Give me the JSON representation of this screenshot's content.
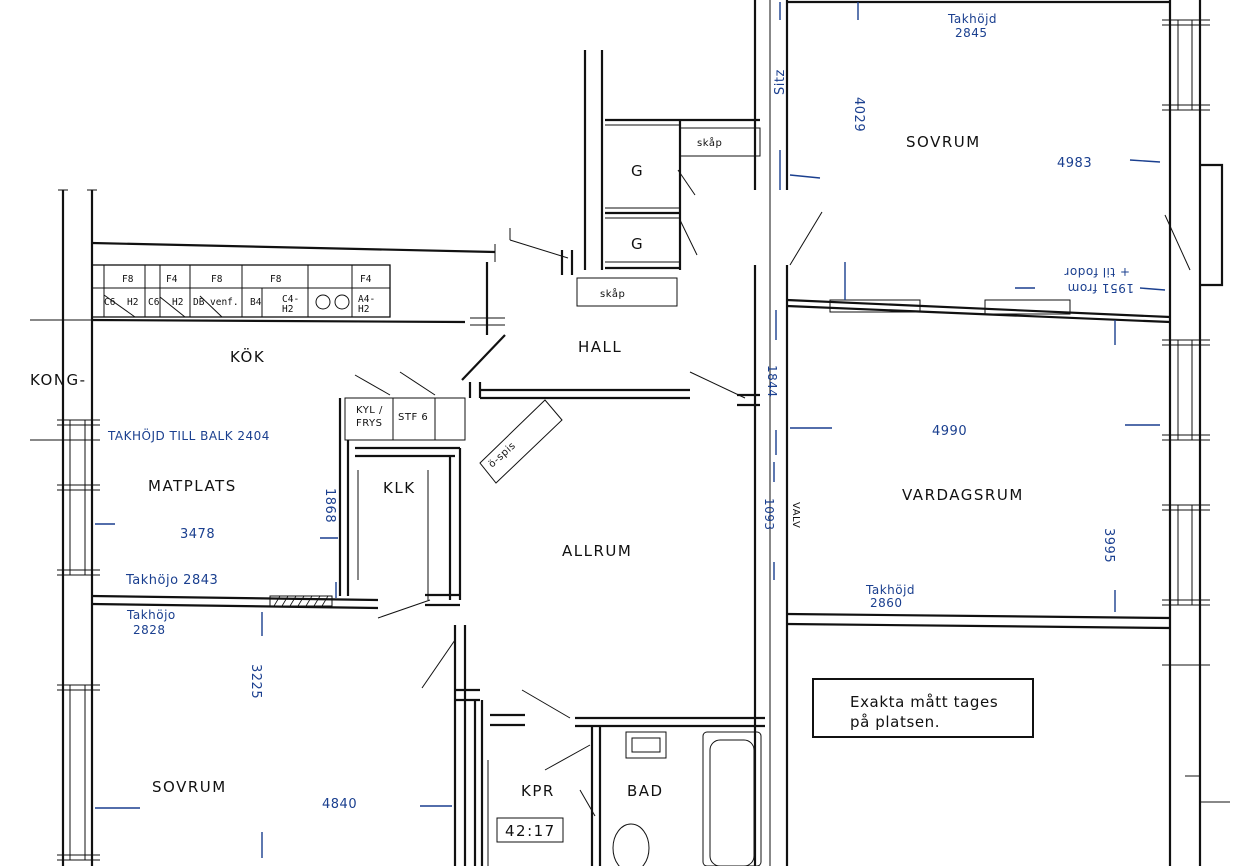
{
  "rooms": {
    "kok": "KÖK",
    "hall": "HALL",
    "sovrum_top": "SOVRUM",
    "vardagsrum": "VARDAGSRUM",
    "matplats": "MATPLATS",
    "klk": "KLK",
    "allrum": "ALLRUM",
    "sovrum_bottom": "SOVRUM",
    "kpr": "KPR",
    "bad": "BAD",
    "balkong_fragment": "KONG-"
  },
  "closets": {
    "g1": "G",
    "g2": "G",
    "skap1": "skåp",
    "skap2": "skåp"
  },
  "fixtures": {
    "kyl_frys_1": "KYL /",
    "kyl_frys_2": "FRYS",
    "stf6": "STF 6",
    "o_spis": "ö-spis",
    "stitz": "Sitz",
    "valv": "VALV",
    "kpr_tag": "42:17"
  },
  "kitchen_cabinets": {
    "upper": [
      "F8",
      "F4",
      "F8",
      "F8",
      "F4"
    ],
    "lower": [
      "C6",
      "H2",
      "C6",
      "H2",
      "DB",
      "venf.",
      "B4",
      "C4-",
      "H2",
      "A4-",
      "H2"
    ]
  },
  "annotations": {
    "takhojd_top": "Takhöjd",
    "takhojd_top_val": "2845",
    "sovrum_depth": "4029",
    "sovrum_width": "4983",
    "tilfoder_1": "+ til fodor",
    "tilfoder_2": "1951 from",
    "hall_dim": "1844",
    "vardag_width": "4990",
    "vardag_depth": "3995",
    "takhojd_vardag": "Takhöjd",
    "takhojd_vardag_val": "2860",
    "klk_valv": "1093",
    "takhojd_balk": "TAKHÖJD TILL BALK 2404",
    "matplats_width": "3478",
    "klk_dim": "1868",
    "takhojd_matplats": "Takhöjo 2843",
    "takhojd_sovrum": "Takhöjo",
    "takhojd_sovrum_val": "2828",
    "sovrum_b_depth": "3225",
    "sovrum_b_width": "4840"
  },
  "note": {
    "line1": "Exakta mått tages",
    "line2": "på platsen."
  }
}
